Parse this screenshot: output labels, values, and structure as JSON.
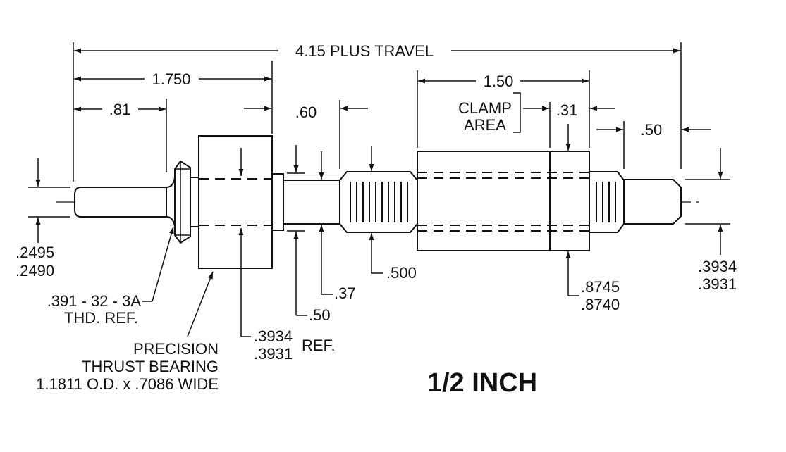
{
  "title": "1/2 INCH",
  "dimensions": {
    "overall": "4.15 PLUS TRAVEL",
    "d1750": "1.750",
    "d81": ".81",
    "d60": ".60",
    "d150": "1.50",
    "clamp_line1": "CLAMP",
    "clamp_line2": "AREA",
    "d31": ".31",
    "d50_right": ".50",
    "tip_dia_a": ".2495",
    "tip_dia_b": ".2490",
    "thread_line1": ".391 - 32 - 3A",
    "thread_line2": "THD. REF.",
    "bearing_line1": "PRECISION",
    "bearing_line2": "THRUST BEARING",
    "bearing_line3": "1.1811 O.D. x .7086 WIDE",
    "ref_dia_a": ".3934",
    "ref_dia_b": ".3931",
    "ref_label": "REF.",
    "d50_bottom": ".50",
    "d37": ".37",
    "d500": ".500",
    "body_dia_a": ".8745",
    "body_dia_b": ".8740",
    "right_dia_a": ".3934",
    "right_dia_b": ".3931"
  }
}
